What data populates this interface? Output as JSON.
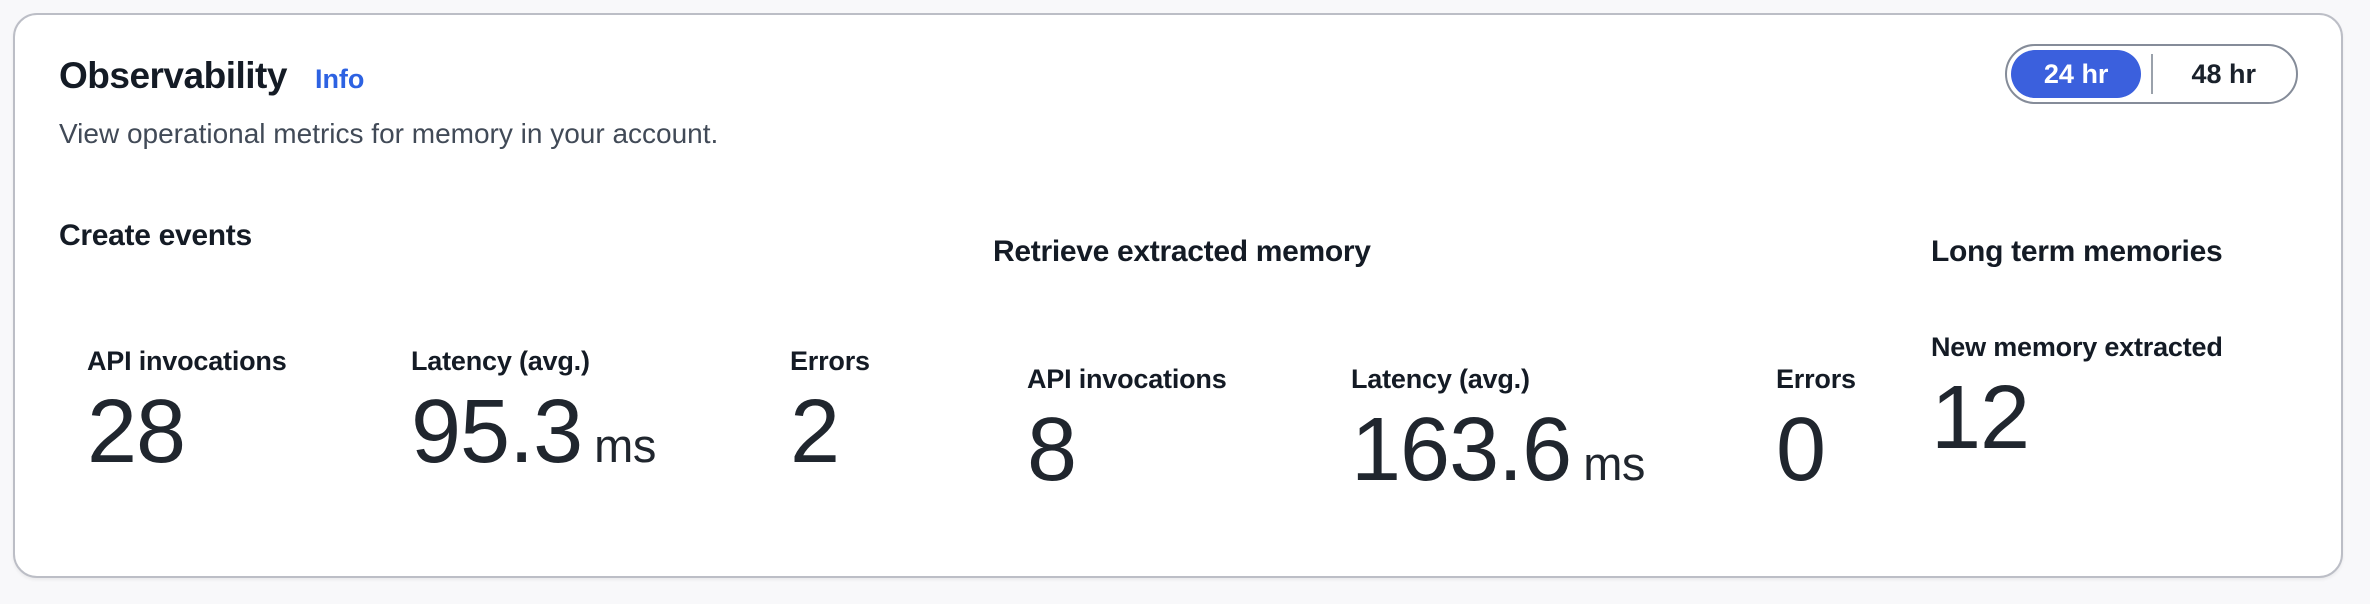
{
  "panel": {
    "title": "Observability",
    "info_label": "Info",
    "subtitle": "View operational metrics for memory in your account.",
    "time_range": {
      "options": [
        {
          "label": "24 hr",
          "selected": true
        },
        {
          "label": "48 hr",
          "selected": false
        }
      ]
    },
    "sections": [
      {
        "heading": "Create events",
        "metrics": [
          {
            "label": "API invocations",
            "value": "28",
            "unit": ""
          },
          {
            "label": "Latency (avg.)",
            "value": "95.3",
            "unit": "ms"
          },
          {
            "label": "Errors",
            "value": "2",
            "unit": ""
          }
        ]
      },
      {
        "heading": "Retrieve extracted memory",
        "metrics": [
          {
            "label": "API invocations",
            "value": "8",
            "unit": ""
          },
          {
            "label": "Latency (avg.)",
            "value": "163.6",
            "unit": "ms"
          },
          {
            "label": "Errors",
            "value": "0",
            "unit": ""
          }
        ]
      },
      {
        "heading": "Long term memories",
        "metrics": [
          {
            "label": "New memory extracted",
            "value": "12",
            "unit": ""
          }
        ]
      }
    ],
    "colors": {
      "accent_blue": "#3b60dd",
      "link_blue": "#2d62e2",
      "text_primary": "#141b25",
      "text_secondary": "#414a57",
      "value_text": "#20262e",
      "card_border": "#bcbec6",
      "toggle_border": "#858c99",
      "toggle_divider": "#9aa1ab",
      "card_bg": "#ffffff",
      "page_bg": "#f8f8fa"
    }
  }
}
